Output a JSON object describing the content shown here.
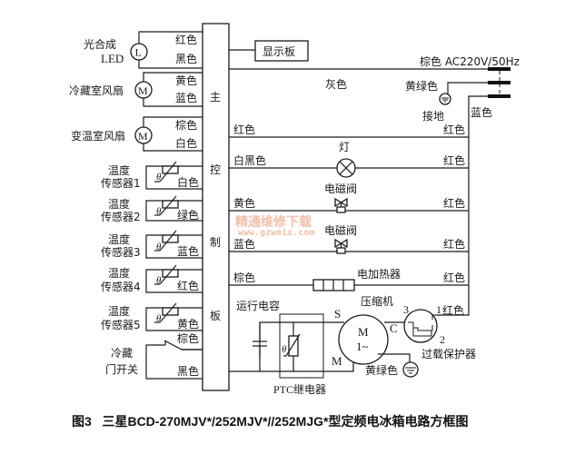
{
  "colors": {
    "line": "#1a1a1a",
    "background": "#ffffff",
    "watermark": "#f0b49a"
  },
  "main_board": {
    "chars": [
      "主",
      "控",
      "制",
      "板"
    ]
  },
  "display_board": "显示板",
  "power": {
    "label": "棕色 AC220V/50Hz",
    "neutral_label": "蓝色",
    "ground_wire": "黄绿色",
    "ground_label": "接地",
    "gray_wire": "灰色"
  },
  "left_components": [
    {
      "name": "光合成",
      "name2": "LED",
      "symbol": "L",
      "wires": [
        "红色",
        "黑色"
      ]
    },
    {
      "name": "冷藏室风扇",
      "symbol": "M",
      "wires": [
        "黄色",
        "蓝色"
      ]
    },
    {
      "name": "变温室风扇",
      "symbol": "M",
      "wires": [
        "棕色",
        "白色"
      ]
    }
  ],
  "sensors": [
    {
      "name": "温度",
      "name2": "传感器1",
      "wire": "白色"
    },
    {
      "name": "温度",
      "name2": "传感器2",
      "wire": "绿色"
    },
    {
      "name": "温度",
      "name2": "传感器3",
      "wire": "蓝色"
    },
    {
      "name": "温度",
      "name2": "传感器4",
      "wire": "红色"
    },
    {
      "name": "温度",
      "name2": "传感器5",
      "wire": "黄色"
    }
  ],
  "sensor_symbol": "θ",
  "door_switch": {
    "name": "冷藏",
    "name2": "门开关",
    "wires": [
      "棕色",
      "黑色"
    ]
  },
  "loads": [
    {
      "left_wire": "红色",
      "right_wire": "红色",
      "component": ""
    },
    {
      "left_wire": "白黑色",
      "right_wire": "红色",
      "component": "灯"
    },
    {
      "left_wire": "黄色",
      "right_wire": "红色",
      "component": "电磁阀"
    },
    {
      "left_wire": "蓝色",
      "right_wire": "红色",
      "component": "电磁阀"
    },
    {
      "left_wire": "棕色",
      "right_wire": "红色",
      "component": "电加热器"
    }
  ],
  "compressor": {
    "label": "压缩机",
    "motor_symbol": "M",
    "motor_phase": "1~",
    "terminals": {
      "s": "S",
      "c": "C",
      "m": "M"
    },
    "ground_wire": "黄绿色",
    "run_capacitor": "运行电容",
    "ptc": "PTC继电器",
    "overload": "过载保护器",
    "overload_pins": {
      "p1": "1",
      "p2": "2",
      "p3": "3"
    },
    "overload_wire": "红色"
  },
  "watermark": {
    "line1": "精通维修下载",
    "line2": "www.gzweix.com"
  },
  "caption": "图3   三星BCD-270MJV*/252MJV*//252MJG*型定频电冰箱电路方框图"
}
